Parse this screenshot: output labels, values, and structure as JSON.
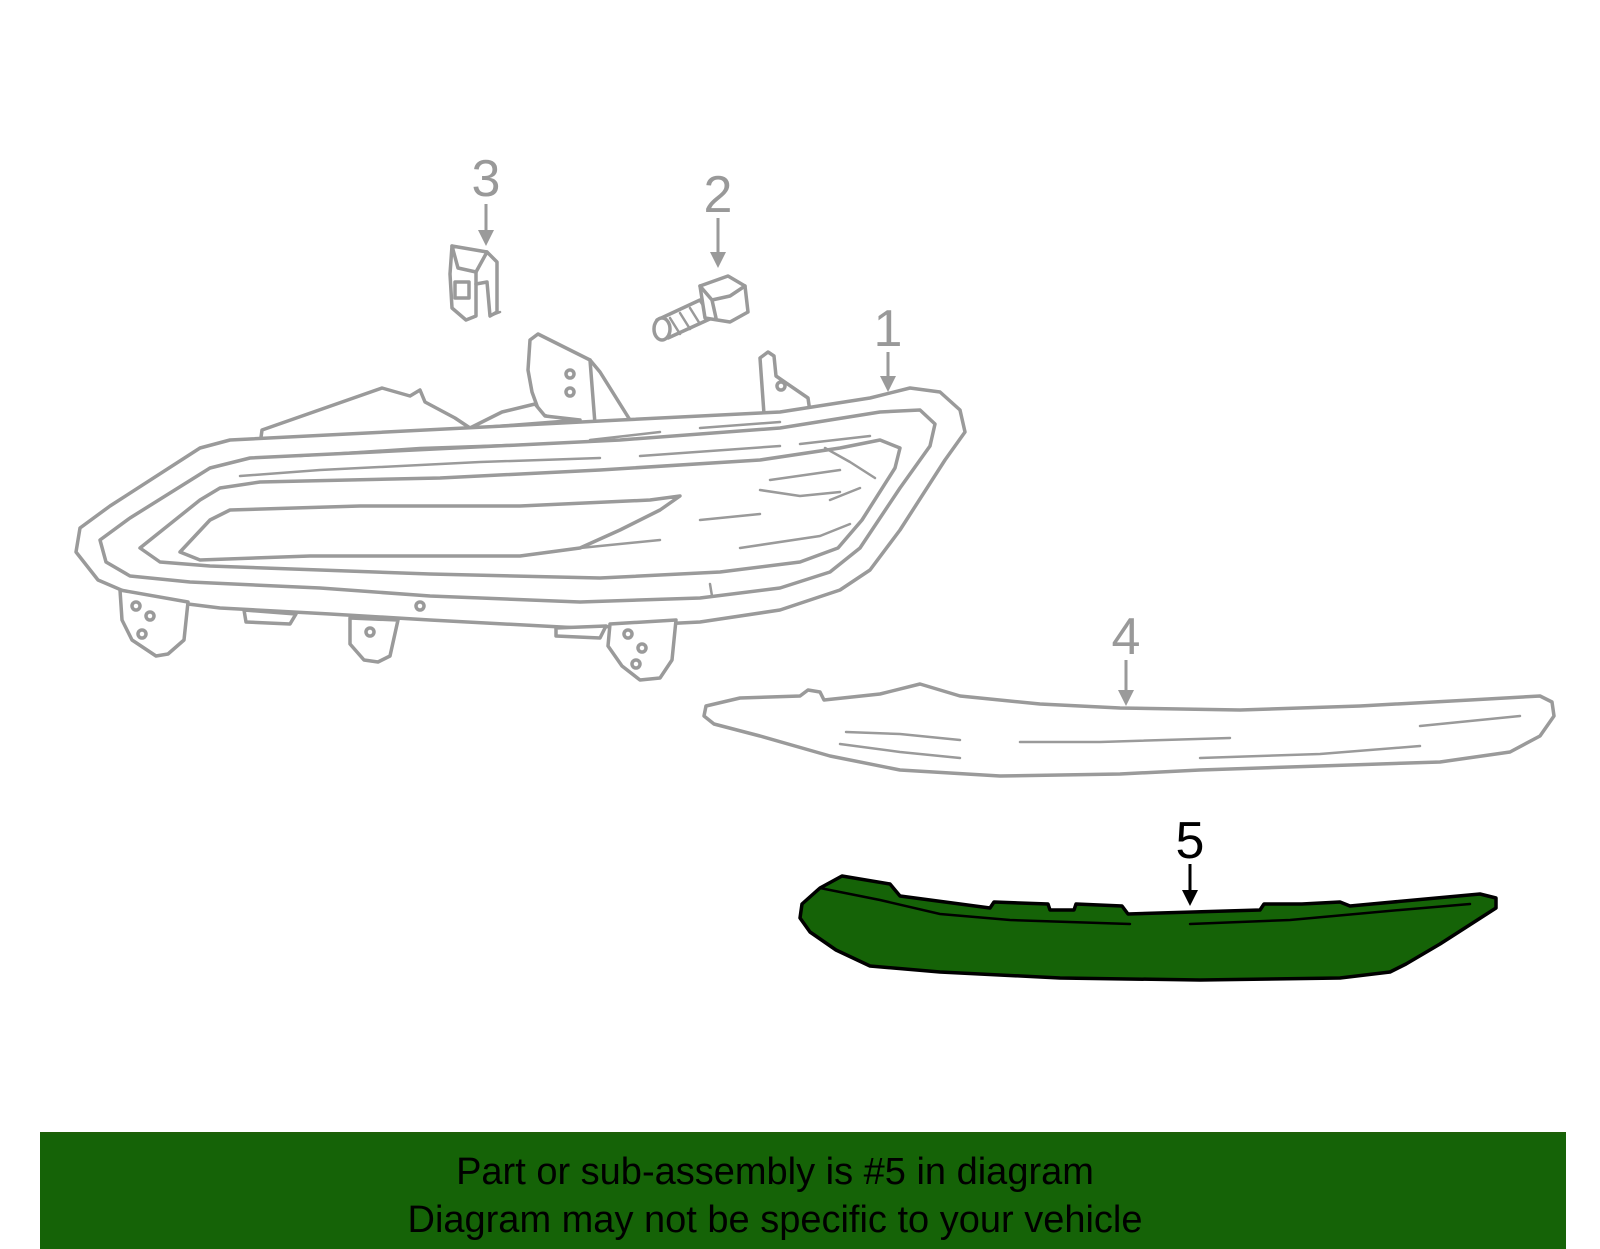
{
  "diagram": {
    "callouts": [
      {
        "number": "1",
        "highlighted": false
      },
      {
        "number": "2",
        "highlighted": false
      },
      {
        "number": "3",
        "highlighted": false
      },
      {
        "number": "4",
        "highlighted": false
      },
      {
        "number": "5",
        "highlighted": true
      }
    ],
    "highlight_color": "#156307",
    "line_color": "#9a9a9a"
  },
  "banner": {
    "line1": "Part or sub-assembly is #5 in diagram",
    "line2": "Diagram may not be specific to your vehicle",
    "background_color": "#156307"
  }
}
